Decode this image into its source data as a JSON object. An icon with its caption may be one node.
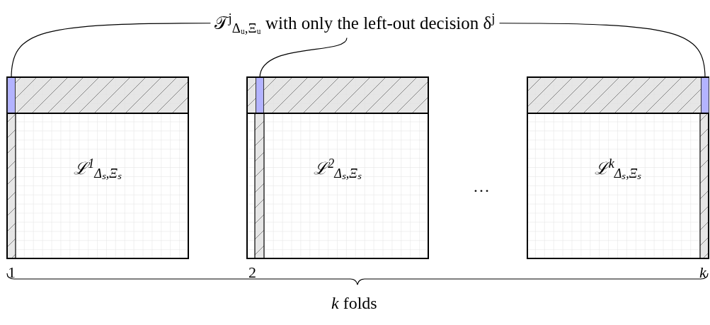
{
  "diagram": {
    "nodes": [
      {
        "text": [
          "𝒯$^{j}$$_{Δᵤ,Ξᵤ}$ with only the left-out decision δ$^{j}$"
        ]
      },
      {
        "text": [
          "ℒ$^{1}$$_{Δₛ,Ξₛ}$"
        ]
      },
      {
        "text": [
          "ℒ$^{2}$$_{Δₛ,Ξₛ}$"
        ]
      },
      {
        "text": [
          "ℒ$^{k}$$_{Δₛ,Ξₛ}$"
        ]
      },
      {
        "text": [],
        "shape": "bar",
        "in": 1
      },
      {
        "text": [],
        "shape": "bar",
        "in": 2
      },
      {
        "text": [],
        "shape": "bar",
        "in": 3
      }
    ],
    "edges": [
      {
        "from": 0,
        "to": 4,
        "arrow": "none"
      },
      {
        "from": 0,
        "to": 5,
        "arrow": "none"
      },
      {
        "from": 0,
        "to": 6,
        "arrow": "none"
      }
    ],
    "labels": [
      "…",
      "1",
      "2",
      "*k*",
      "*k* folds"
    ]
  }
}
